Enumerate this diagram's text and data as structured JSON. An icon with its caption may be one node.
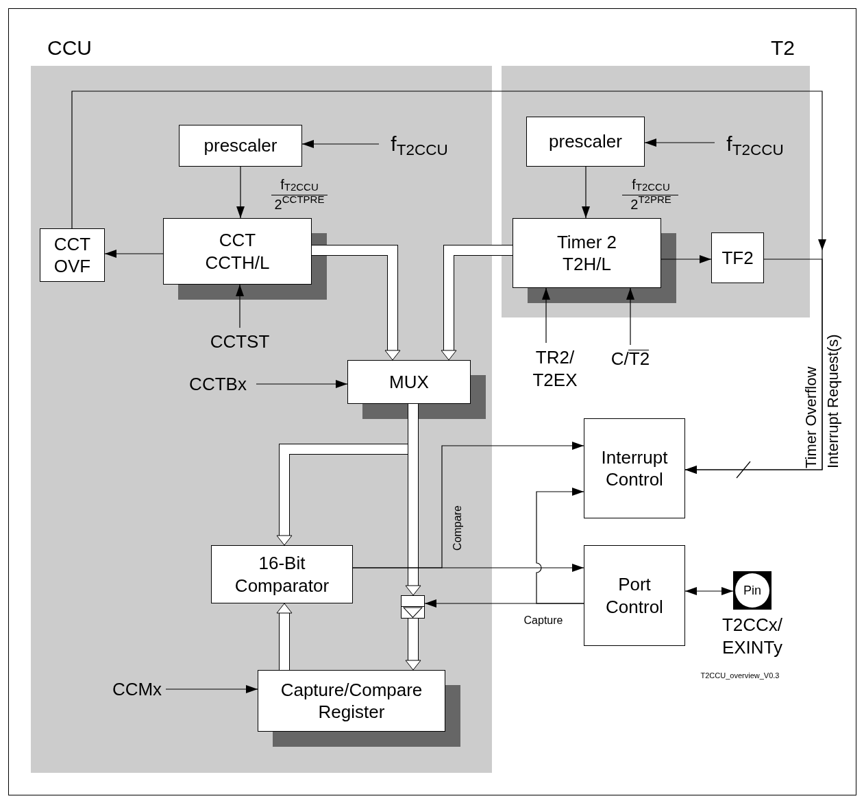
{
  "diagram": {
    "nodes": [
      {
        "text": [
          "CCU"
        ]
      },
      {
        "text": [
          "T2"
        ]
      },
      {
        "text": [
          "prescaler"
        ],
        "in": 0
      },
      {
        "text": [
          "f$_{T2CCU}$"
        ],
        "in": 0
      },
      {
        "text": [
          "CCT OVF"
        ],
        "in": 0
      },
      {
        "text": [
          "CCT CCTH/L"
        ],
        "in": 0
      },
      {
        "text": [
          "CCTST"
        ],
        "in": 0
      },
      {
        "text": [
          "CCTBx"
        ],
        "in": 0
      },
      {
        "text": [
          "MUX"
        ],
        "in": 0
      },
      {
        "text": [
          "16-Bit Comparator"
        ],
        "in": 0
      },
      {
        "text": [],
        "shape": "box",
        "in": 0
      },
      {
        "text": [
          "CCMx"
        ],
        "in": 0
      },
      {
        "text": [
          "Capture/Compare Register"
        ],
        "in": 0
      },
      {
        "text": [
          "prescaler"
        ],
        "in": 1
      },
      {
        "text": [
          "f$_{T2CCU}$"
        ],
        "in": 1
      },
      {
        "text": [
          "Timer 2 T2H/L"
        ],
        "in": 1
      },
      {
        "text": [
          "TF2"
        ],
        "in": 1
      },
      {
        "text": [
          "TR2/ T2EX"
        ]
      },
      {
        "text": [
          "C/T2"
        ]
      },
      {
        "text": [
          "Interrupt Control"
        ]
      },
      {
        "text": [
          "Port Control"
        ]
      },
      {
        "text": [
          "Pin"
        ],
        "beside": [
          "T2CCx/ EXINTy"
        ]
      }
    ],
    "edges": [
      {
        "from": 3,
        "to": 2,
        "arrow": "to"
      },
      {
        "from": 2,
        "to": 5,
        "arrow": "to"
      },
      {
        "from": 5,
        "to": 4,
        "arrow": "to"
      },
      {
        "from": 6,
        "to": 5,
        "arrow": "to"
      },
      {
        "from": 5,
        "to": 8,
        "arrow": "to",
        "style": "thick"
      },
      {
        "from": 15,
        "to": 8,
        "arrow": "to",
        "style": "thick"
      },
      {
        "from": 7,
        "to": 8,
        "arrow": "to"
      },
      {
        "from": 8,
        "to": 10,
        "arrow": "to",
        "style": "thick"
      },
      {
        "from": 8,
        "to": 9,
        "arrow": "to",
        "style": "thick"
      },
      {
        "from": 10,
        "to": 12,
        "arrow": "to",
        "style": "thick"
      },
      {
        "from": 12,
        "to": 9,
        "arrow": "to",
        "style": "thick"
      },
      {
        "from": 13,
        "to": 15,
        "arrow": "to"
      },
      {
        "from": 14,
        "to": 13,
        "arrow": "to"
      },
      {
        "from": 15,
        "to": 16,
        "arrow": "to"
      },
      {
        "from": 17,
        "to": 15,
        "arrow": "to"
      },
      {
        "from": 18,
        "to": 15,
        "arrow": "to"
      },
      {
        "from": 4,
        "to": 19,
        "arrow": "to"
      },
      {
        "from": 16,
        "to": 19,
        "arrow": "to",
        "label": "Timer Overflow Interrupt Request(s)"
      },
      {
        "from": 9,
        "to": 20,
        "arrow": "to"
      },
      {
        "from": 9,
        "to": 19,
        "arrow": "to",
        "label": "Compare"
      },
      {
        "from": 20,
        "to": 10,
        "arrow": "to",
        "label": "Capture"
      },
      {
        "from": 20,
        "to": 19,
        "arrow": "to"
      },
      {
        "from": 20,
        "to": 21,
        "arrow": "both"
      },
      {
        "from": 11,
        "to": 12,
        "arrow": "to"
      }
    ],
    "labels": [
      "f$_{T2CCU}$",
      "2$^{CCTPRE}$",
      "f$_{T2CCU}$",
      "2$^{T2PRE}$",
      "T2CCU_overview_V0.3"
    ]
  }
}
